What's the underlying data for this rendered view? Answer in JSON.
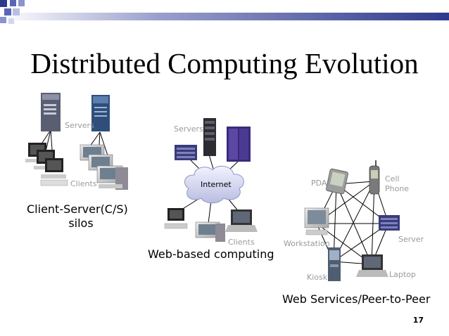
{
  "title": "Distributed Computing Evolution",
  "page_number": "17",
  "colors": {
    "banner": "#2e3a8c",
    "accent_squares": "#4a56a6",
    "lines": "#000000",
    "labels": "#9a9a9a"
  },
  "panel_cs": {
    "servers_label": "Servers",
    "clients_label": "Clients",
    "caption_line1": "Client-Server(C/S)",
    "caption_line2": "silos"
  },
  "panel_web": {
    "servers_label": "Servers",
    "cloud_label": "Internet",
    "clients_label": "Clients",
    "caption": "Web-based computing"
  },
  "panel_p2p": {
    "pda_label": "PDA",
    "phone_label_line1": "Cell",
    "phone_label_line2": "Phone",
    "workstation_label": "Workstation",
    "server_label": "Server",
    "kiosk_label": "Kiosk",
    "laptop_label": "Laptop",
    "caption": "Web Services/Peer-to-Peer"
  }
}
